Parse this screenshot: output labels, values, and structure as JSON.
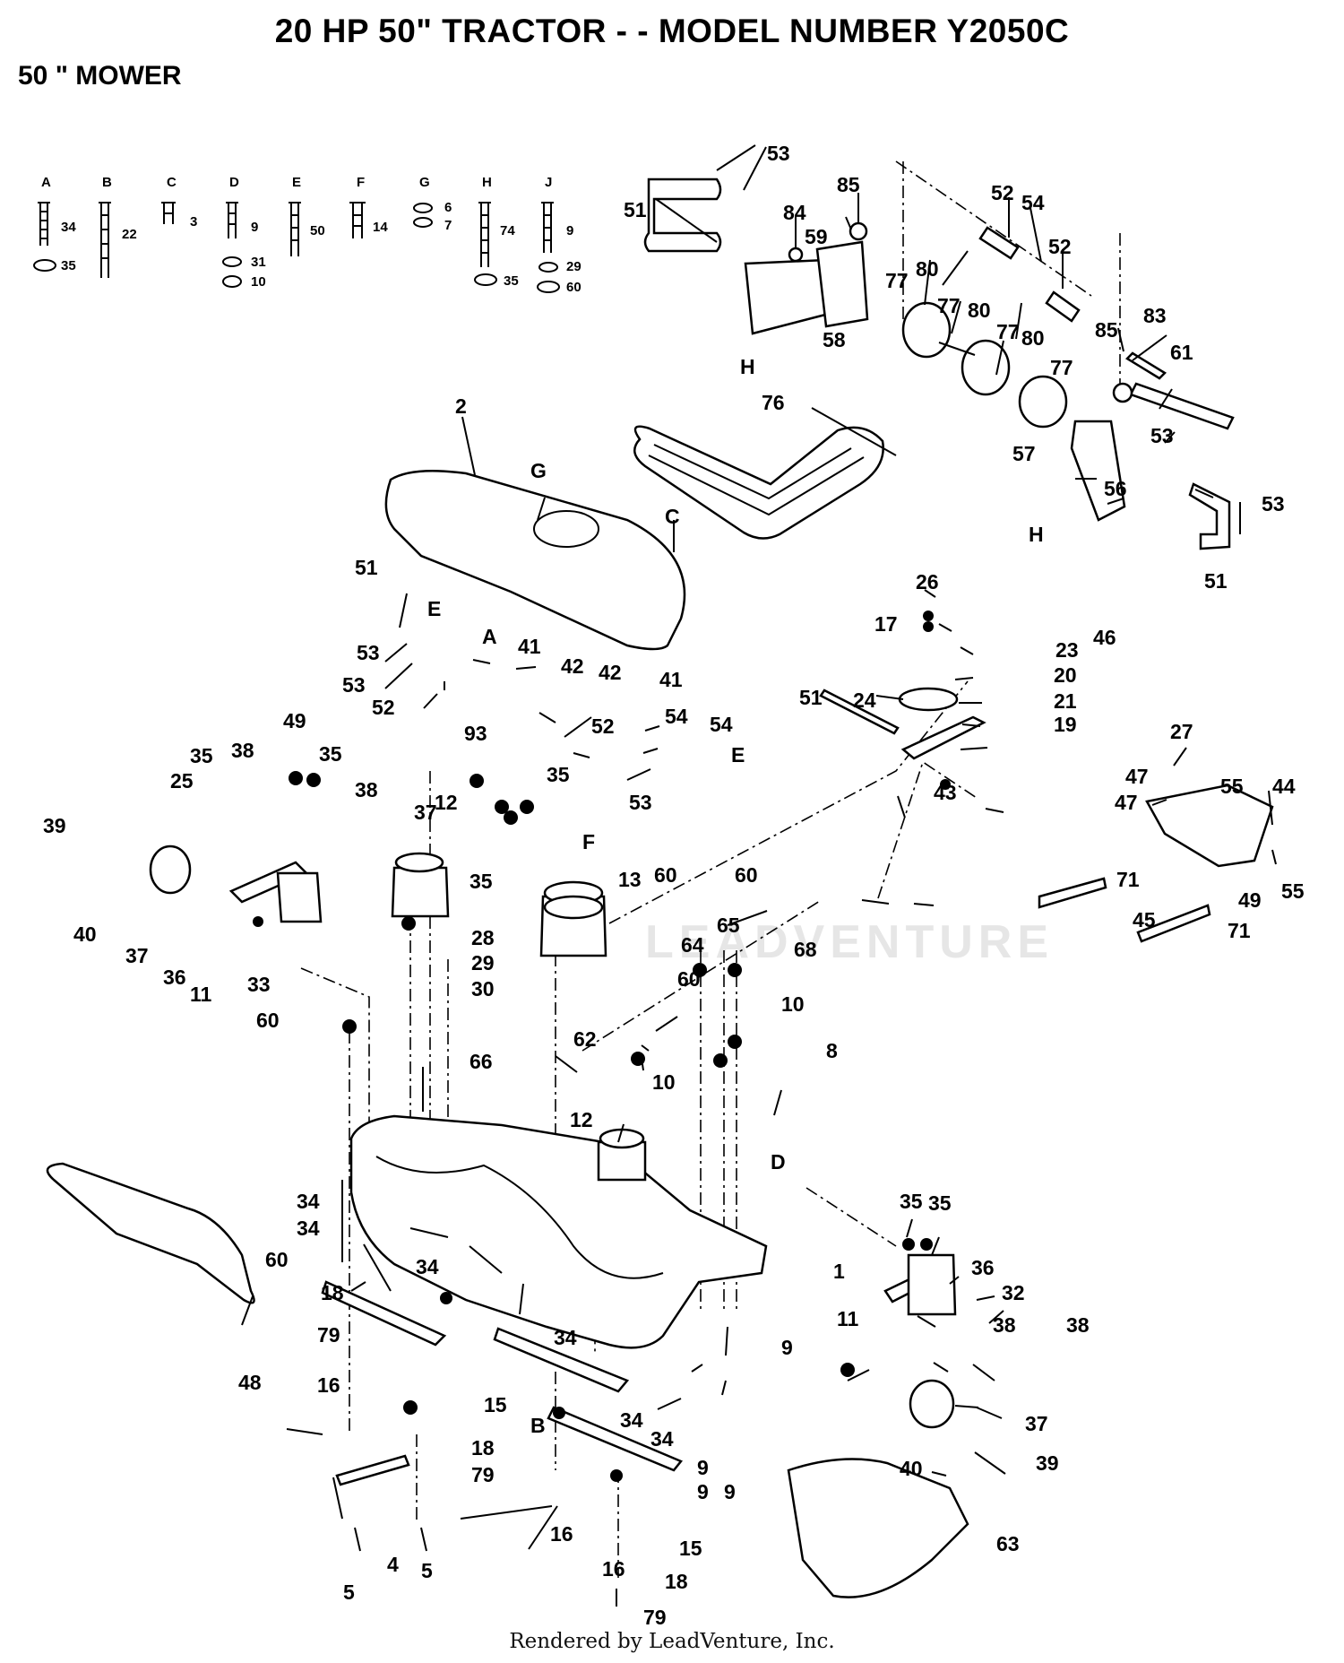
{
  "header": {
    "title": "20 HP 50\" TRACTOR - - MODEL NUMBER Y2050C",
    "subtitle": "50 \" MOWER"
  },
  "footer": {
    "text": "Rendered by LeadVenture, Inc."
  },
  "watermark": {
    "text": "LEADVENTURE"
  },
  "hardware_legend": [
    {
      "letter": "A",
      "parts": [
        "34",
        "35"
      ]
    },
    {
      "letter": "B",
      "parts": [
        "22"
      ]
    },
    {
      "letter": "C",
      "parts": [
        "3"
      ]
    },
    {
      "letter": "D",
      "parts": [
        "9",
        "31",
        "10"
      ]
    },
    {
      "letter": "E",
      "parts": [
        "50"
      ]
    },
    {
      "letter": "F",
      "parts": [
        "14"
      ]
    },
    {
      "letter": "G",
      "parts": [
        "6",
        "7"
      ]
    },
    {
      "letter": "H",
      "parts": [
        "74",
        "35"
      ]
    },
    {
      "letter": "J",
      "parts": [
        "9",
        "29",
        "60"
      ]
    }
  ],
  "callouts": [
    "53",
    "51",
    "84",
    "59",
    "85",
    "52",
    "54",
    "52",
    "77",
    "80",
    "77",
    "80",
    "77",
    "80",
    "58",
    "H",
    "77",
    "85",
    "83",
    "61",
    "76",
    "53",
    "57",
    "56",
    "53",
    "H",
    "51",
    "2",
    "G",
    "C",
    "26",
    "17",
    "46",
    "23",
    "20",
    "24",
    "21",
    "19",
    "51",
    "E",
    "A",
    "41",
    "53",
    "42",
    "42",
    "41",
    "53",
    "52",
    "54",
    "54",
    "52",
    "E",
    "51",
    "27",
    "47",
    "55",
    "44",
    "47",
    "49",
    "35",
    "35",
    "38",
    "38",
    "93",
    "35",
    "53",
    "43",
    "25",
    "37",
    "12",
    "F",
    "39",
    "13",
    "60",
    "60",
    "35",
    "71",
    "49",
    "55",
    "45",
    "40",
    "37",
    "36",
    "11",
    "33",
    "60",
    "28",
    "64",
    "65",
    "68",
    "71",
    "29",
    "30",
    "10",
    "60",
    "62",
    "8",
    "66",
    "10",
    "12",
    "D",
    "34",
    "34",
    "60",
    "34",
    "35",
    "35",
    "1",
    "18",
    "36",
    "79",
    "34",
    "32",
    "38",
    "38",
    "11",
    "9",
    "16",
    "15",
    "48",
    "37",
    "34",
    "B",
    "34",
    "9",
    "40",
    "39",
    "18",
    "79",
    "9",
    "9",
    "16",
    "15",
    "63",
    "5",
    "4",
    "5",
    "16",
    "18",
    "79"
  ]
}
